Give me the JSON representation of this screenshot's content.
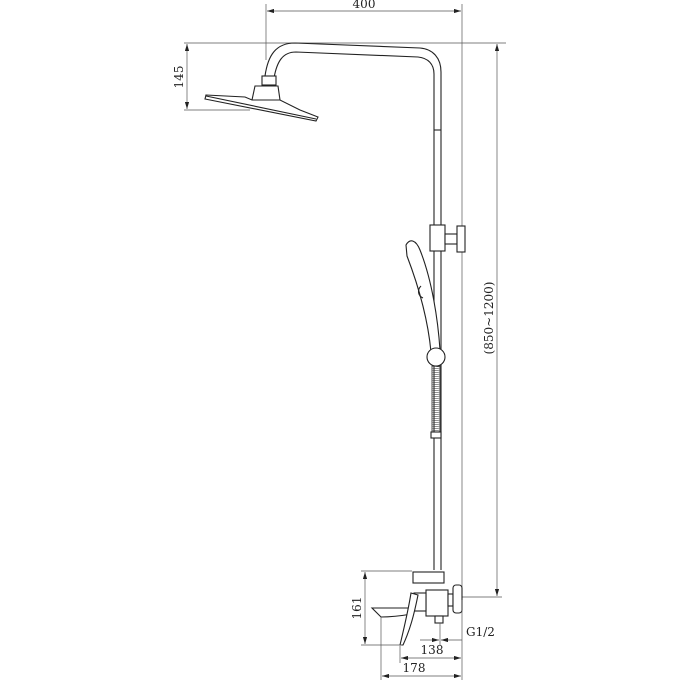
{
  "dimensions": {
    "arm_reach": "400",
    "head_height": "145",
    "height_range": "(850~1200)",
    "mixer_height": "161",
    "connection": "G1/2",
    "spout_to_center": "138",
    "total_depth": "178"
  }
}
